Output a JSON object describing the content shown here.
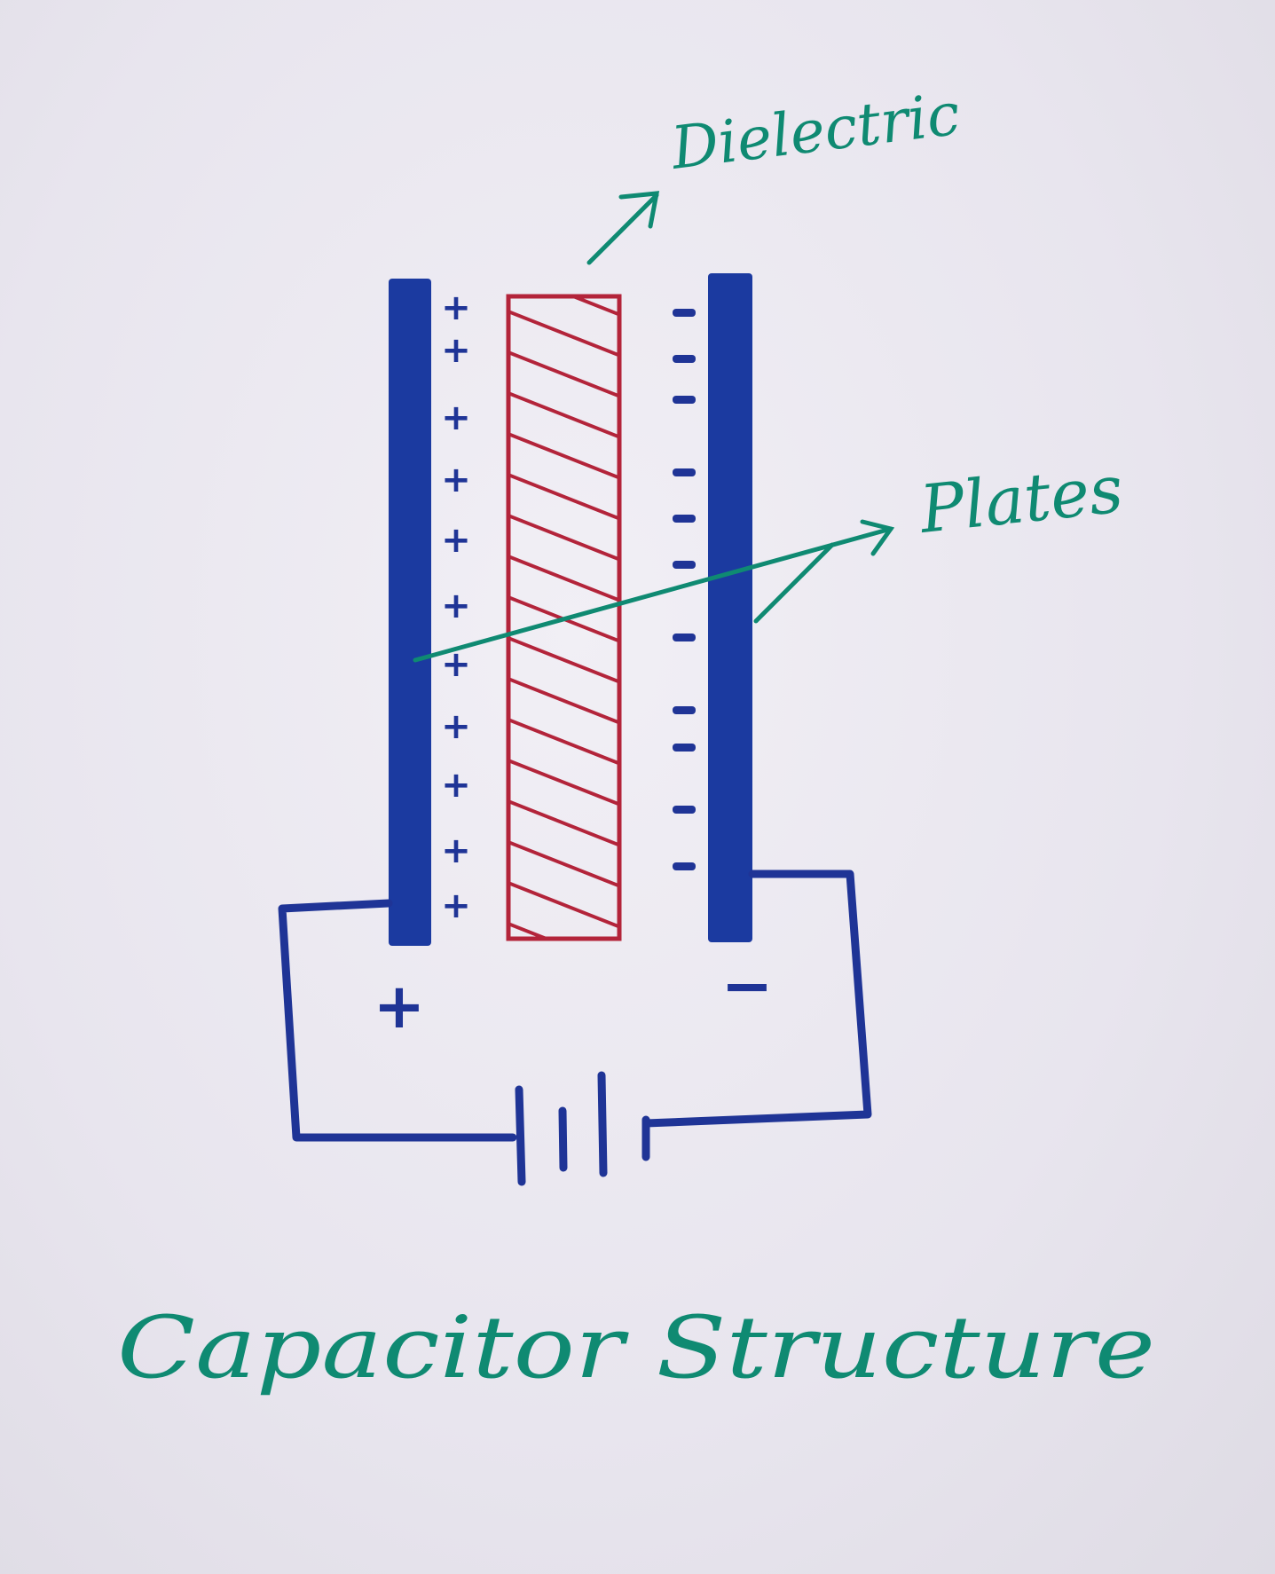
{
  "diagram": {
    "title": "Capacitor Structure",
    "labels": {
      "dielectric": "Dielectric",
      "plates": "Plates"
    },
    "symbols": {
      "plus": "+",
      "minus": "−"
    },
    "colors": {
      "plate": "#1b3aa0",
      "wire": "#1f3496",
      "dielectric": "#b3243a",
      "annotation": "#0f8a72",
      "paper": "#ebe8f0"
    }
  }
}
